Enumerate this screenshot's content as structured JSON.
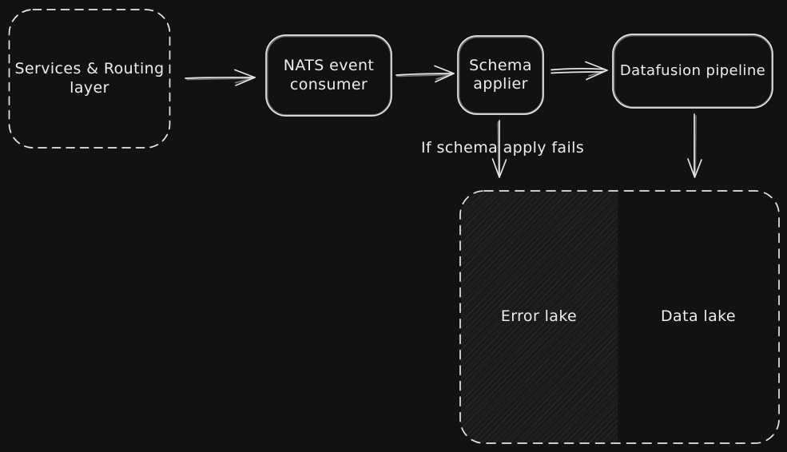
{
  "palette": {
    "background": "#121212",
    "stroke": "#e6e6e6",
    "text": "#ededed",
    "hatch_tint": "rgba(255,255,255,0.05)"
  },
  "nodes": {
    "services": {
      "line1": "Services & Routing",
      "line2": "layer"
    },
    "nats": {
      "line1": "NATS event",
      "line2": "consumer"
    },
    "schema": {
      "line1": "Schema",
      "line2": "applier"
    },
    "datafusion": {
      "label": "Datafusion pipeline"
    }
  },
  "annotations": {
    "schema_fail": "If schema apply fails"
  },
  "lakes": {
    "error": {
      "label": "Error lake"
    },
    "data": {
      "label": "Data lake"
    }
  }
}
